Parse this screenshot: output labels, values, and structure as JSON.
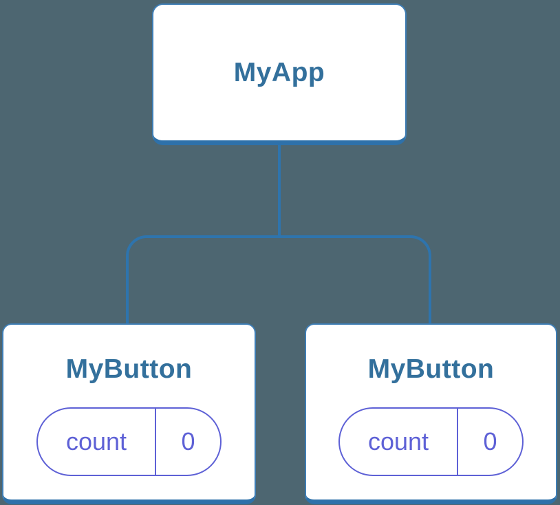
{
  "diagram": {
    "type": "component-tree",
    "root": {
      "label": "MyApp"
    },
    "children": [
      {
        "label": "MyButton",
        "state": {
          "key": "count",
          "value": "0"
        }
      },
      {
        "label": "MyButton",
        "state": {
          "key": "count",
          "value": "0"
        }
      }
    ]
  },
  "colors": {
    "background": "#4d6671",
    "card_fill": "#ffffff",
    "card_border": "#3e7db4",
    "card_bottom_edge": "#2e71aa",
    "connector": "#2e74ad",
    "node_title": "#33709c",
    "state_pill": "#5e61d6"
  }
}
